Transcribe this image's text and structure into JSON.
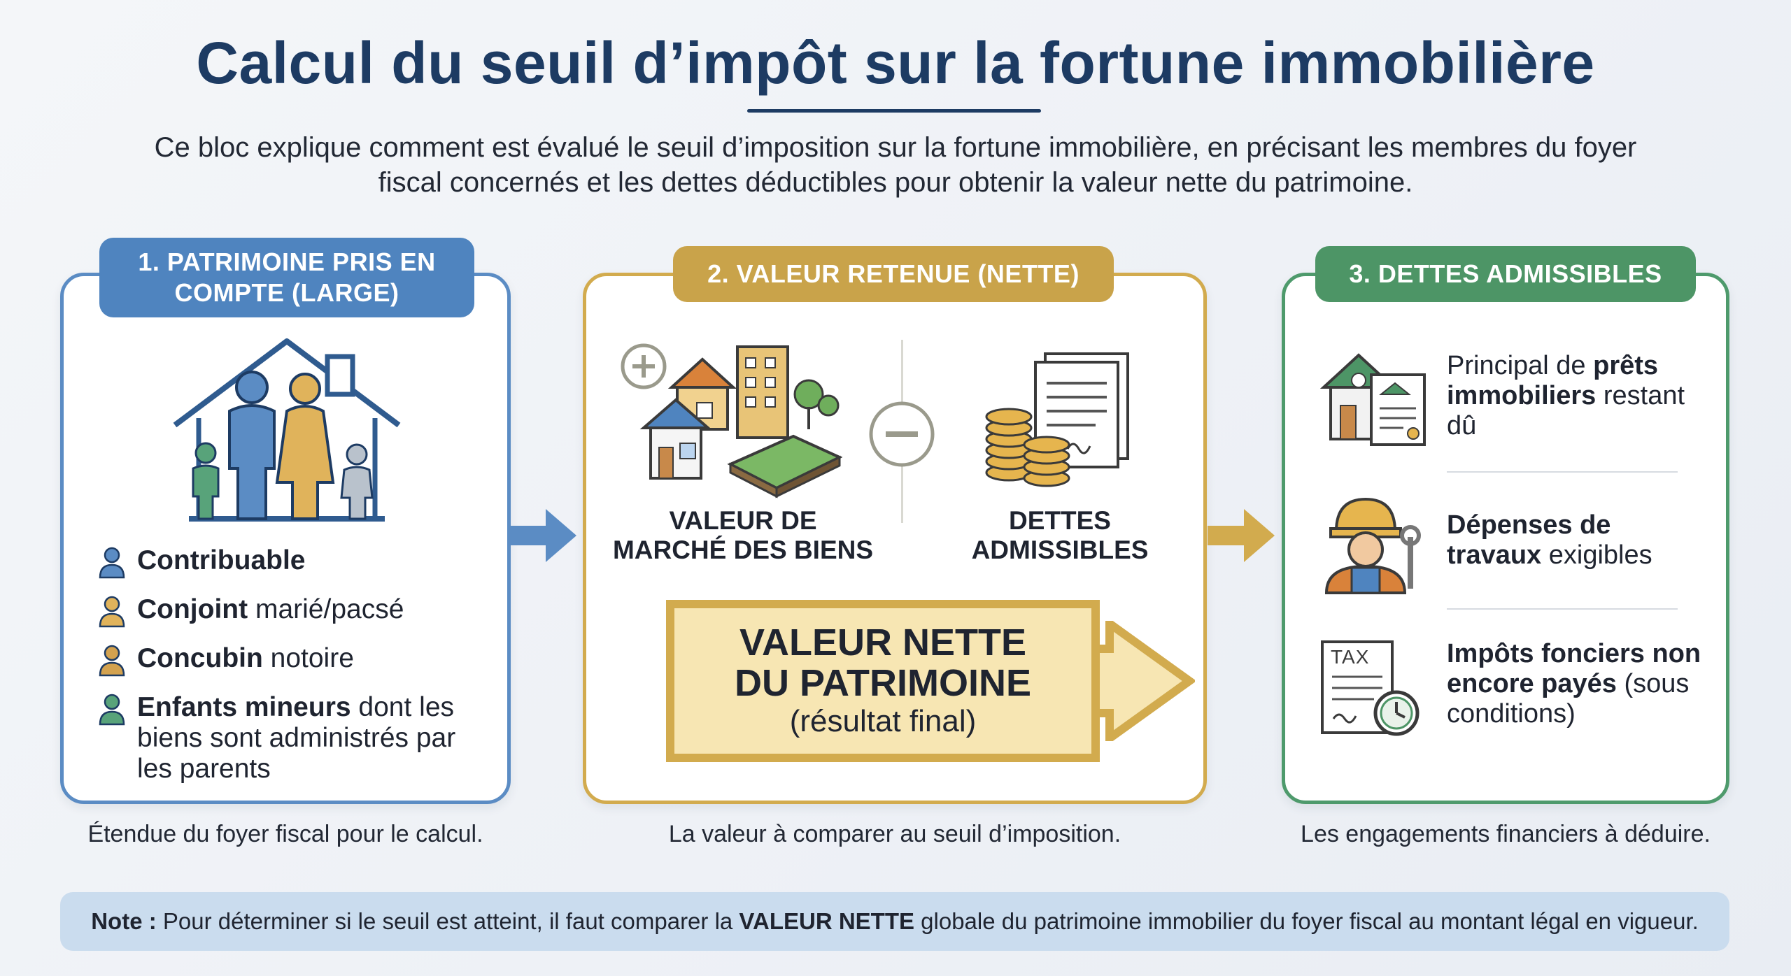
{
  "title": "Calcul du seuil d’impôt sur la fortune immobilière",
  "intro": "Ce bloc explique comment est évalué le seuil d’imposition sur la fortune immobilière, en précisant les membres du foyer fiscal concernés et les dettes déductibles pour obtenir la valeur nette du patrimoine.",
  "panel1": {
    "badge": "1. PATRIMOINE PRIS EN COMPTE (LARGE)",
    "members": [
      {
        "bold": "Contribuable",
        "rest": ""
      },
      {
        "bold": "Conjoint",
        "rest": " marié/pacsé"
      },
      {
        "bold": "Concubin",
        "rest": " notoire"
      },
      {
        "bold": "Enfants mineurs",
        "rest": " dont les biens sont administrés par les parents"
      }
    ],
    "caption": "Étendue du foyer fiscal pour le calcul."
  },
  "panel2": {
    "badge": "2. VALEUR RETENUE (NETTE)",
    "left_label": "VALEUR DE MARCHÉ DES BIENS",
    "right_label": "DETTES ADMISSIBLES",
    "result_line1": "VALEUR NETTE",
    "result_line2": "DU PATRIMOINE",
    "result_sub": "(résultat final)",
    "caption": "La valeur à comparer au seuil d’imposition."
  },
  "panel3": {
    "badge": "3. DETTES ADMISSIBLES",
    "items": [
      {
        "pre": "Principal de ",
        "bold": "prêts immobiliers",
        "post": " restant dû"
      },
      {
        "pre": "",
        "bold": "Dépenses de travaux",
        "post": " exigibles"
      },
      {
        "pre": "",
        "bold": "Impôts fonciers non encore payés",
        "post": " (sous conditions)"
      }
    ],
    "tax_icon_text": "TAX",
    "caption": "Les engagements financiers à déduire."
  },
  "note": {
    "label": "Note :",
    "text1": " Pour déterminer si le seuil est atteint, il faut comparer la ",
    "bold": "VALEUR NETTE",
    "text2": " globale du patrimoine immobilier du foyer fiscal au montant légal en vigueur."
  },
  "colors": {
    "title": "#1d3b63",
    "blue": "#4f84bf",
    "gold": "#c9a34a",
    "green": "#4d9566",
    "note_bg": "#cadcee"
  }
}
